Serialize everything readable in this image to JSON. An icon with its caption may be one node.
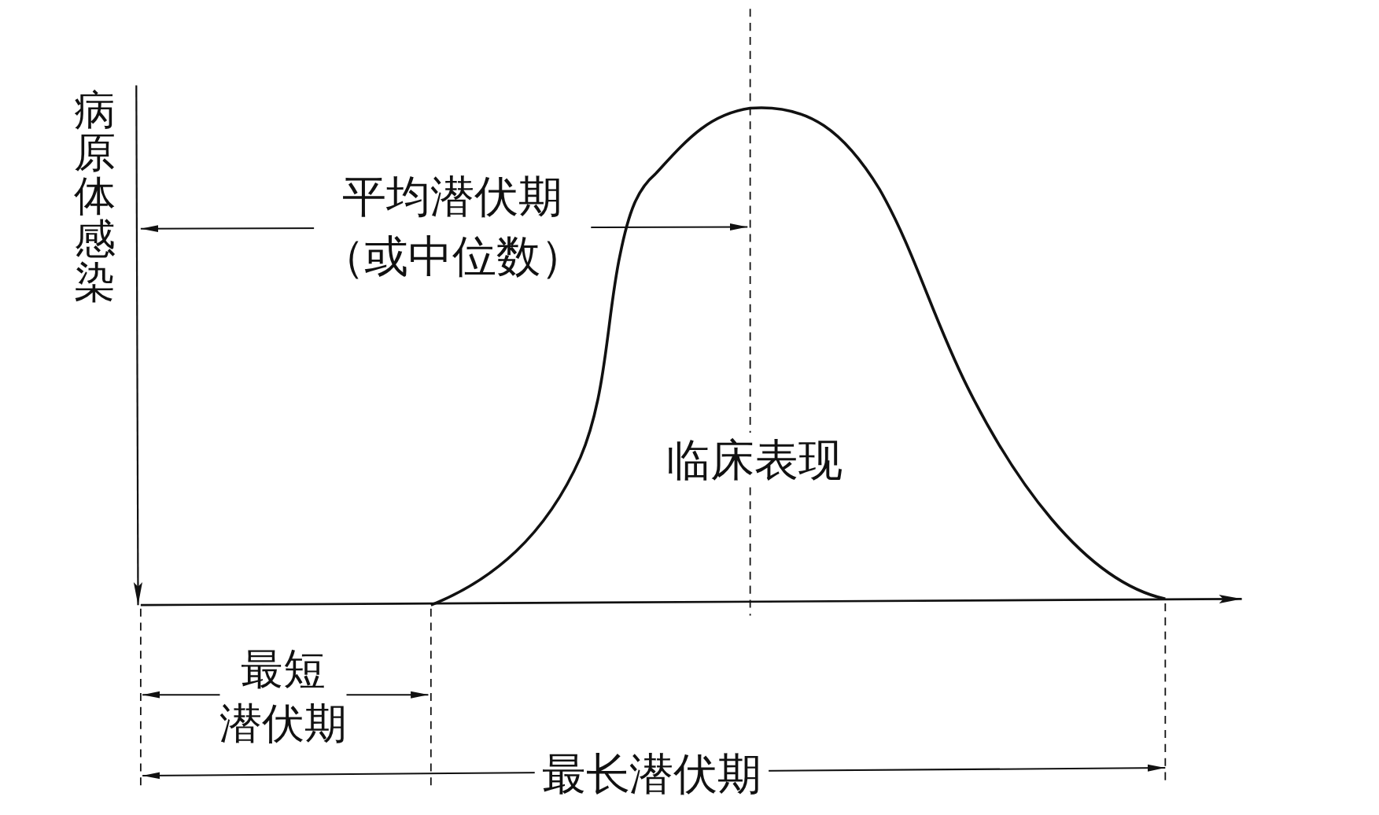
{
  "diagram": {
    "labels": [
      "病原体感染",
      "平均潜伏期（或中位数）",
      "临床表现",
      "最短潜伏期",
      "最长潜伏期"
    ]
  }
}
